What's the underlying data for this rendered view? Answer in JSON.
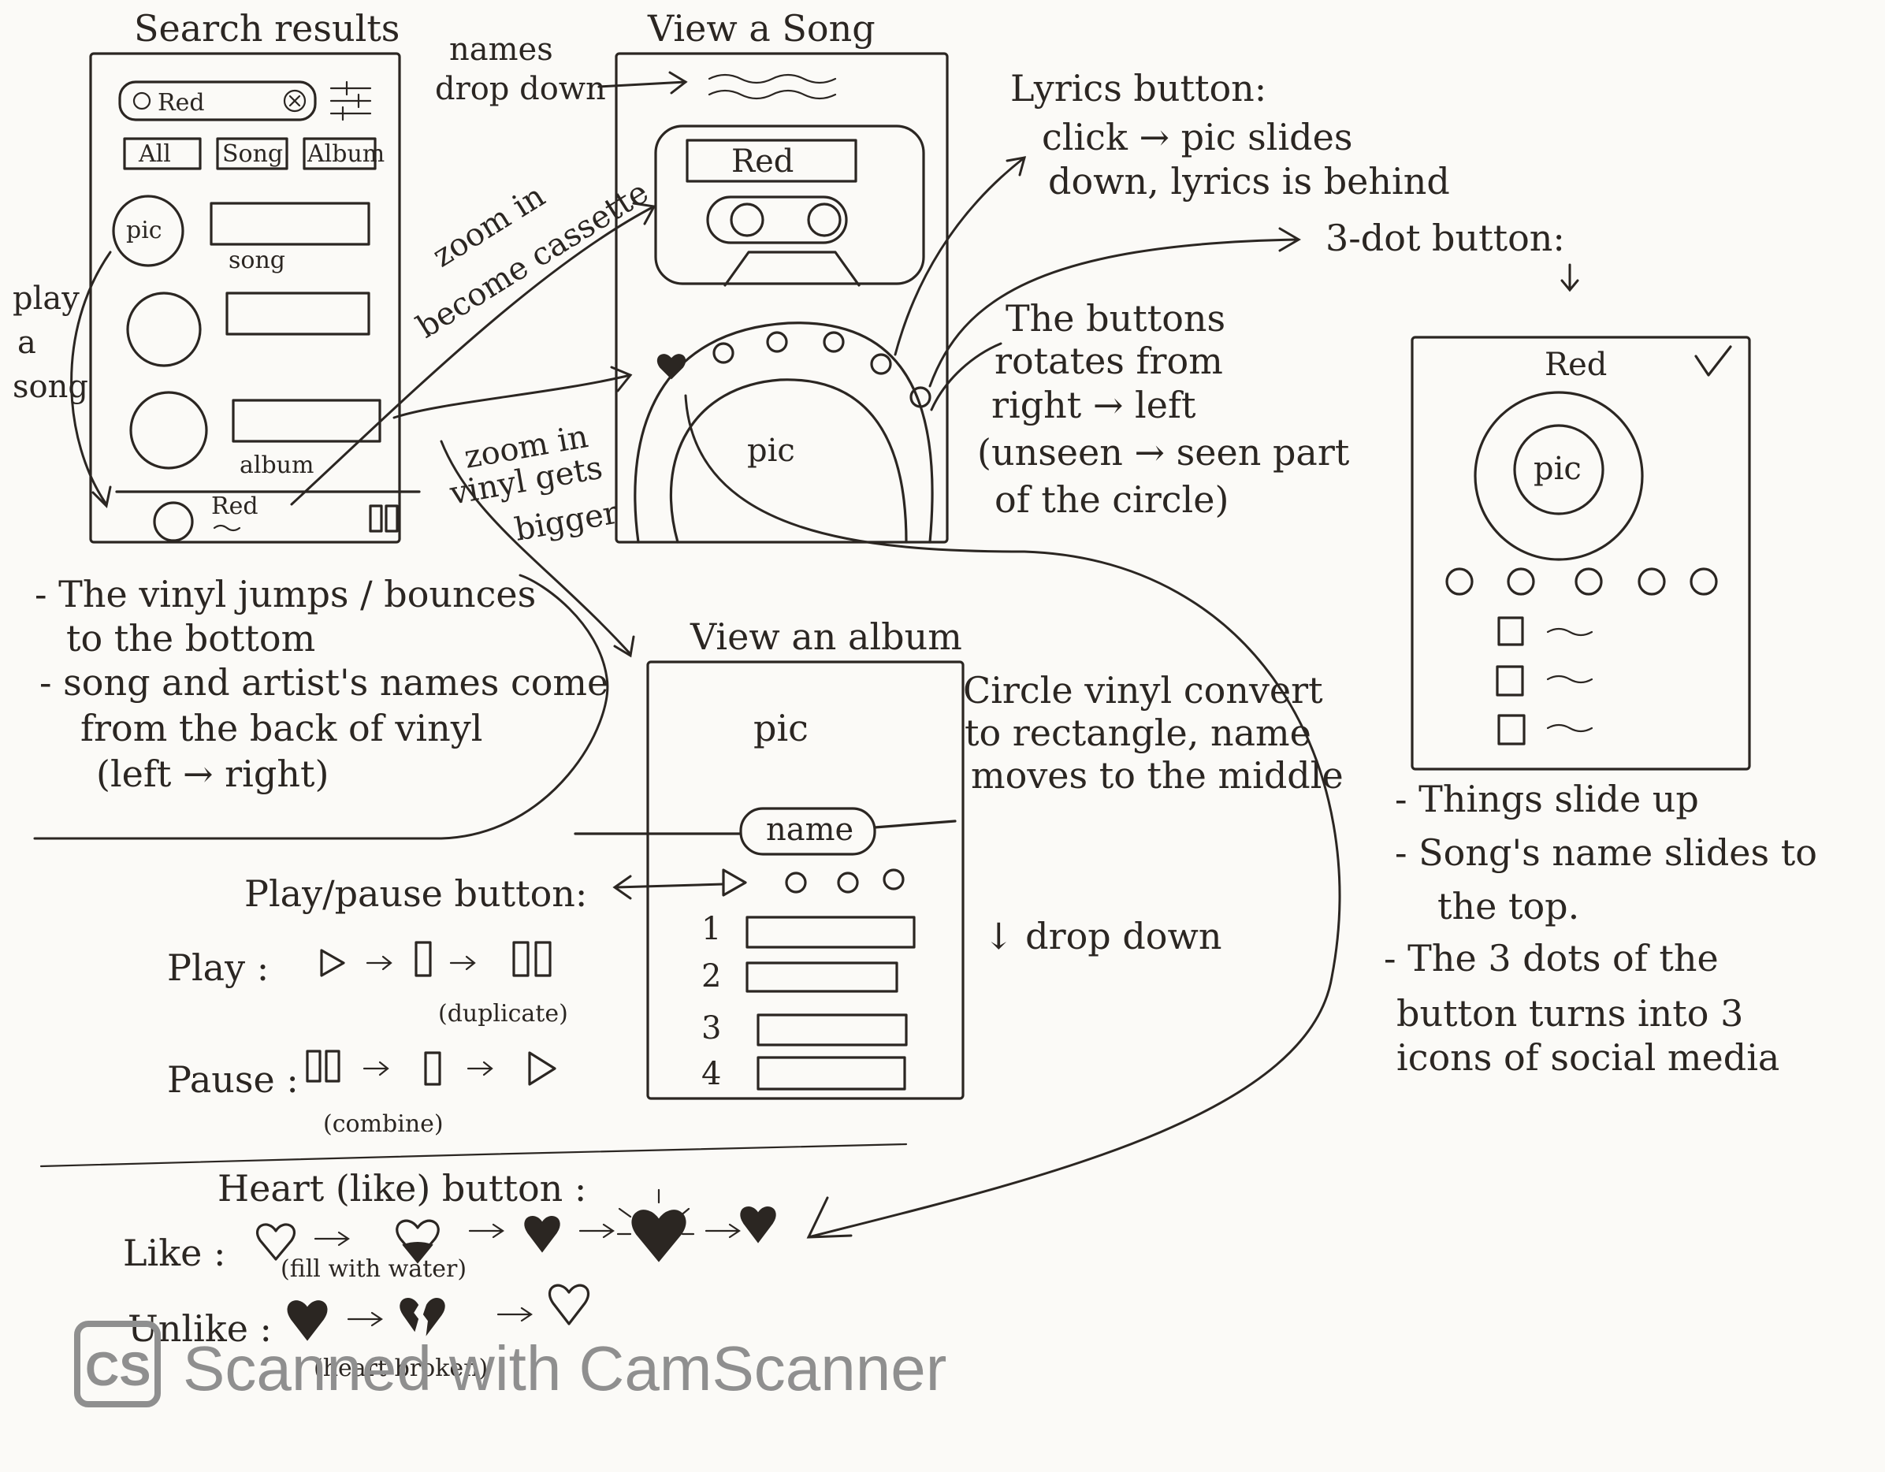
{
  "screens": {
    "search": {
      "title": "Search results",
      "search_value": "Red",
      "tabs": [
        "All",
        "Song",
        "Album"
      ],
      "pic_label": "pic",
      "song_label": "song",
      "album_label": "album",
      "now_playing": "Red"
    },
    "song": {
      "title": "View a Song",
      "cassette_label": "Red",
      "pic_label": "pic"
    },
    "album": {
      "title": "View an album",
      "pic_label": "pic",
      "name_label": "name",
      "track_numbers": [
        "1",
        "2",
        "3",
        "4"
      ]
    },
    "three_dot": {
      "title": "Red",
      "pic_label": "pic"
    }
  },
  "notes": {
    "names_drop_down": [
      "names",
      "drop down"
    ],
    "play_a_song": [
      "play",
      "a",
      "song"
    ],
    "zoom_cassette": [
      "zoom in",
      "become cassette"
    ],
    "zoom_vinyl": [
      "zoom in",
      "vinyl gets",
      "bigger"
    ],
    "lyrics": [
      "Lyrics button:",
      "click → pic slides",
      "down, lyrics is behind"
    ],
    "three_dot_header": "3-dot button:",
    "buttons_rotate": [
      "The buttons",
      "rotates from",
      "right → left",
      "(unseen → seen part",
      "of the circle)"
    ],
    "vinyl_jumps": [
      "- The vinyl jumps / bounces",
      "to the bottom",
      "- song and artist's names come",
      "from the back of vinyl",
      "(left → right)"
    ],
    "circle_convert": [
      "Circle vinyl convert",
      "to rectangle, name",
      "moves to the middle"
    ],
    "drop_down": "↓ drop down",
    "things_slide": [
      "- Things slide up",
      "- Song's name slides to",
      "the top.",
      "- The 3 dots of the",
      "button turns into 3",
      "icons of social media"
    ],
    "play_pause_title": "Play/pause button:",
    "play_label": "Play :",
    "duplicate": "(duplicate)",
    "pause_label": "Pause :",
    "combine": "(combine)",
    "heart_title": "Heart (like) button :",
    "like_label": "Like :",
    "fill_with_water": "(fill with water)",
    "unlike_label": "Unlike :",
    "heart_broken": "(heart broken)"
  },
  "watermark": {
    "logo": "CS",
    "text": "Scanned with CamScanner"
  }
}
